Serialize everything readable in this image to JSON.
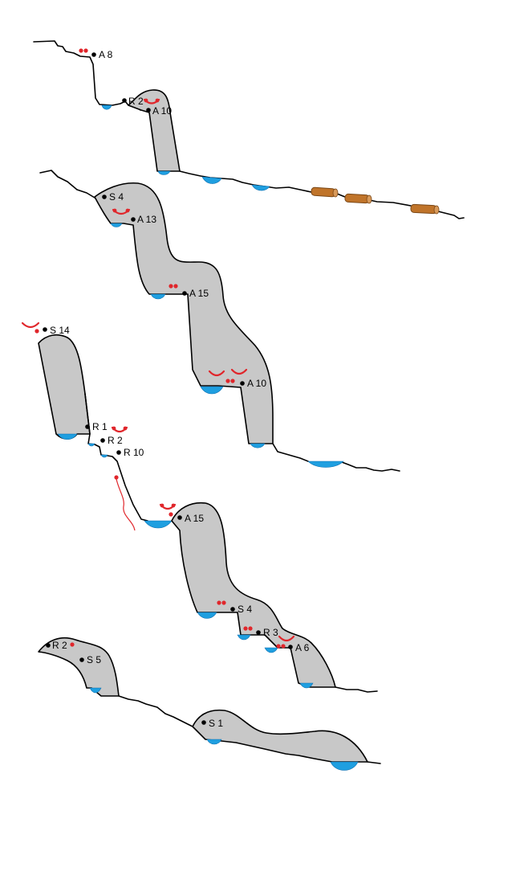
{
  "labels": {
    "a8": "A 8",
    "r2_top": "R 2",
    "a10_top": "A 10",
    "s4_top": "S 4",
    "a13": "A 13",
    "a15_mid": "A 15",
    "a10_mid": "A 10",
    "s14": "S 14",
    "r1": "R 1",
    "r2_mid": "R 2",
    "r10": "R 10",
    "a15_low": "A 15",
    "s4_low": "S 4",
    "r3": "R 3",
    "a6": "A 6",
    "r2_low": "R 2",
    "s5": "S 5",
    "s1": "S 1"
  },
  "colors": {
    "rock": "#c8c8c8",
    "water": "#1f9fe0",
    "anchor": "#e0262b",
    "log": "#c0742a"
  }
}
